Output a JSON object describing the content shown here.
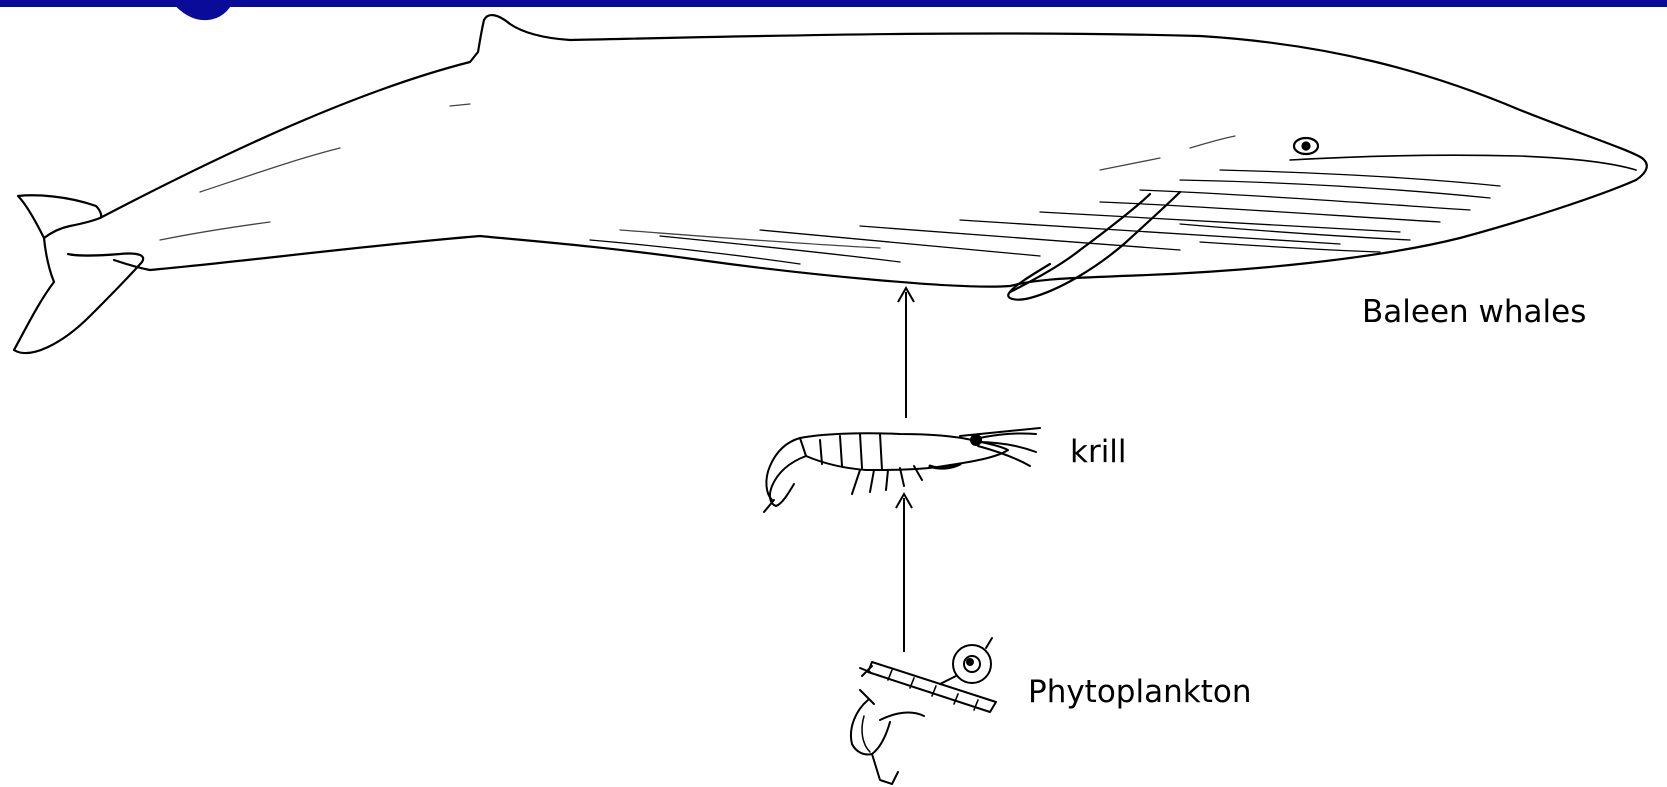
{
  "diagram": {
    "type": "food-chain",
    "colors": {
      "top_bar": "#0b0b9a",
      "line": "#000000",
      "background": "#ffffff"
    },
    "organisms": [
      {
        "id": "whale",
        "label": "Baleen whales",
        "icon": "baleen-whale-illustration"
      },
      {
        "id": "krill",
        "label": "krill",
        "icon": "krill-illustration"
      },
      {
        "id": "phyto",
        "label": "Phytoplankton",
        "icon": "phytoplankton-illustration"
      }
    ],
    "arrows": [
      {
        "from": "phyto",
        "to": "krill"
      },
      {
        "from": "krill",
        "to": "whale"
      }
    ]
  }
}
